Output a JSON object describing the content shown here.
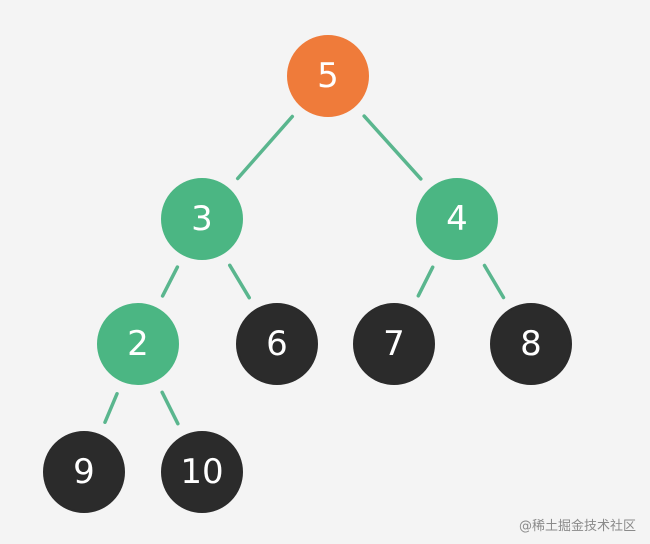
{
  "colors": {
    "root": "#ef7b3a",
    "highlight": "#4bb683",
    "default": "#2b2b2b",
    "edge": "#5ab68e"
  },
  "tree": {
    "nodes": [
      {
        "id": "n5",
        "label": "5",
        "role": "root"
      },
      {
        "id": "n3",
        "label": "3",
        "role": "highlight"
      },
      {
        "id": "n4",
        "label": "4",
        "role": "highlight"
      },
      {
        "id": "n2",
        "label": "2",
        "role": "highlight"
      },
      {
        "id": "n6",
        "label": "6",
        "role": "default"
      },
      {
        "id": "n7",
        "label": "7",
        "role": "default"
      },
      {
        "id": "n8",
        "label": "8",
        "role": "default"
      },
      {
        "id": "n9",
        "label": "9",
        "role": "default"
      },
      {
        "id": "n10",
        "label": "10",
        "role": "default"
      }
    ],
    "edges": [
      {
        "from": "n5",
        "to": "n3"
      },
      {
        "from": "n5",
        "to": "n4"
      },
      {
        "from": "n3",
        "to": "n2"
      },
      {
        "from": "n3",
        "to": "n6"
      },
      {
        "from": "n4",
        "to": "n7"
      },
      {
        "from": "n4",
        "to": "n8"
      },
      {
        "from": "n2",
        "to": "n9"
      },
      {
        "from": "n2",
        "to": "n10"
      }
    ]
  },
  "watermark": "@稀土掘金技术社区"
}
